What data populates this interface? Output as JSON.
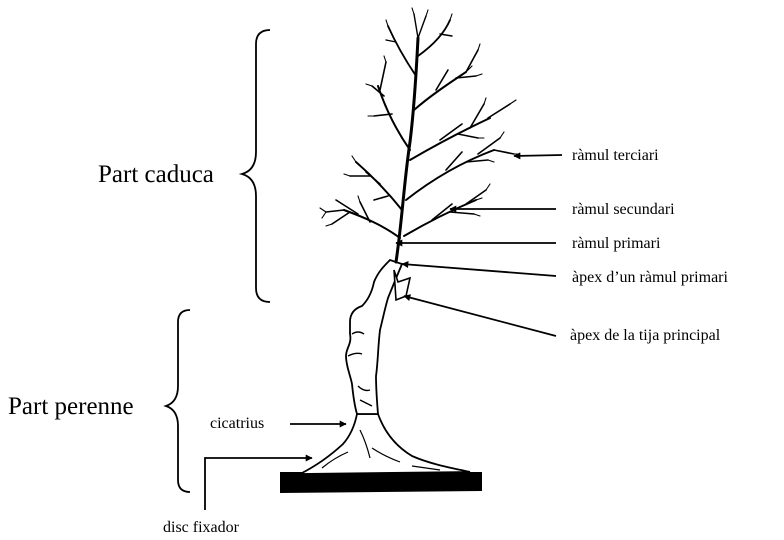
{
  "groups": {
    "deciduous": "Part caduca",
    "perennial": "Part perenne"
  },
  "labels": {
    "tertiary_branch": "ràmul terciari",
    "secondary_branch": "ràmul secundari",
    "primary_branch": "ràmul primari",
    "primary_branch_apex": "àpex d’un ràmul primari",
    "main_stem_apex": "àpex de la tija principal",
    "scars": "cicatrius",
    "holdfast": "disc fixador"
  },
  "colors": {
    "ink": "#000000",
    "background": "#ffffff"
  }
}
